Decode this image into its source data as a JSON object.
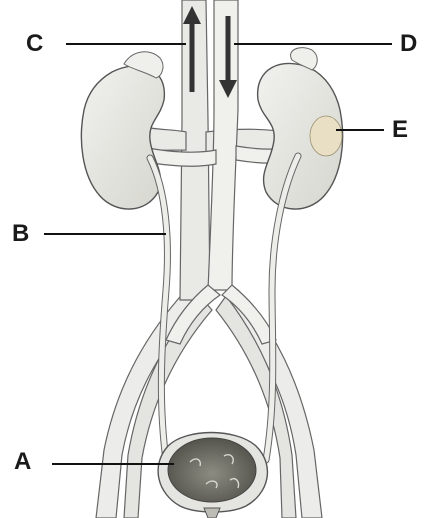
{
  "diagram": {
    "labels": {
      "A": "A",
      "B": "B",
      "C": "C",
      "D": "D",
      "E": "E"
    },
    "colors": {
      "organ_fill": "#e6e6e3",
      "organ_stroke": "#555555",
      "vessel_fill": "#ececea",
      "kidney_fill": "#e2e2dc",
      "highlight": "#e8dfc4",
      "bladder_inner": "#7a7a70",
      "arrow": "#333333",
      "line": "#111111"
    }
  }
}
